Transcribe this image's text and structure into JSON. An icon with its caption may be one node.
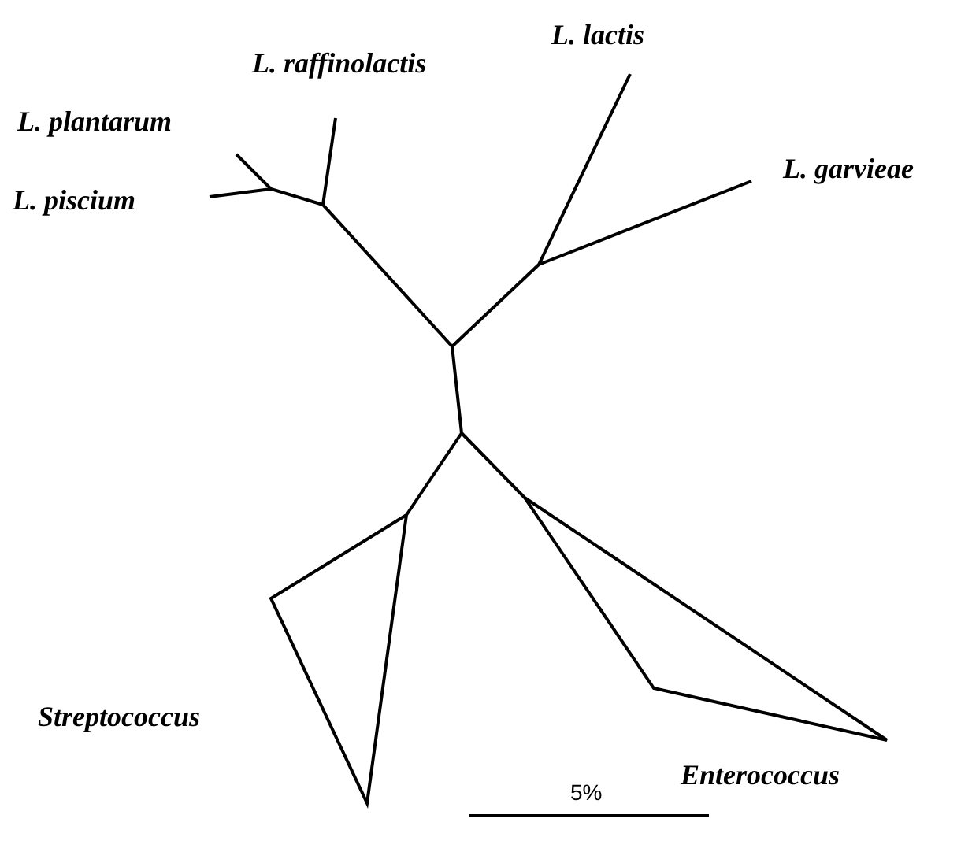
{
  "diagram": {
    "labels": [
      "L. raffinolactis",
      "L. plantarum",
      "L. piscium",
      "L. lactis",
      "L. garvieae",
      "Streptococcus",
      "Enterococcus",
      "5%"
    ]
  }
}
